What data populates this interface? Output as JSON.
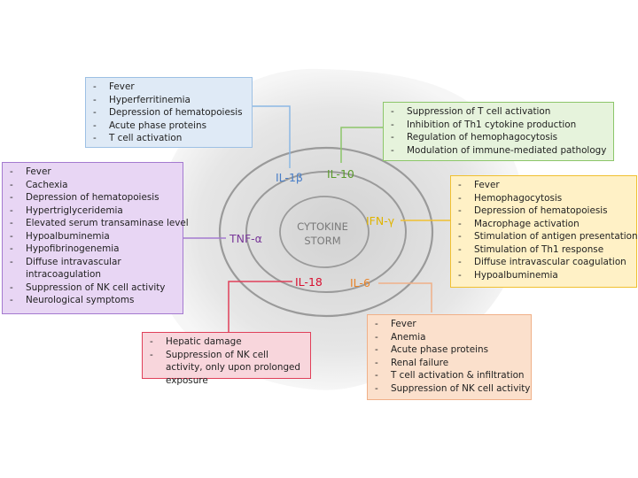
{
  "center": {
    "line1": "CYTOKINE",
    "line2": "STORM"
  },
  "cytokines": {
    "il1b": {
      "label": "IL-1β",
      "color": "#4a7fc8"
    },
    "il10": {
      "label": "IL-10",
      "color": "#5a9a2c"
    },
    "ifng": {
      "label": "IFN-γ",
      "color": "#e0b400"
    },
    "tnfa": {
      "label": "TNF-α",
      "color": "#7a3a9a"
    },
    "il18": {
      "label": "IL-18",
      "color": "#d81030"
    },
    "il6": {
      "label": "IL-6",
      "color": "#e8842a"
    }
  },
  "boxes": {
    "il1b": {
      "fill": "#dfeaf6",
      "border": "#9dc0e4",
      "items": [
        "Fever",
        "Hyperferritinemia",
        "Depression of hematopoiesis",
        "Acute phase proteins",
        "T cell activation"
      ]
    },
    "il10": {
      "fill": "#e6f3dc",
      "border": "#8cc66a",
      "items": [
        "Suppression of T cell activation",
        "Inhibition of Th1 cytokine production",
        "Regulation of hemophagocytosis",
        "Modulation of immune-mediated pathology"
      ]
    },
    "ifng": {
      "fill": "#fff1c6",
      "border": "#f0c030",
      "items": [
        "Fever",
        "Hemophagocytosis",
        "Depression of hematopoiesis",
        "Macrophage activation",
        "Stimulation of antigen presentation",
        "Stimulation of Th1 response",
        "Diffuse intravascular coagulation",
        "Hypoalbuminemia"
      ]
    },
    "tnfa": {
      "fill": "#e8d6f4",
      "border": "#a47ad0",
      "items": [
        "Fever",
        "Cachexia",
        "Depression of hematopoiesis",
        "Hypertriglyceridemia",
        "Elevated serum transaminase level",
        "Hypoalbuminemia",
        "Hypofibrinogenemia",
        "Diffuse intravascular intracoagulation",
        "Suppression of NK cell activity",
        "Neurological symptoms"
      ]
    },
    "il18": {
      "fill": "#f8d6dc",
      "border": "#e0405a",
      "items": [
        "Hepatic damage",
        "Suppression of NK cell activity, only upon prolonged exposure"
      ]
    },
    "il6": {
      "fill": "#fbe0cc",
      "border": "#f0b088",
      "items": [
        "Fever",
        "Anemia",
        "Acute phase proteins",
        "Renal failure",
        "T cell activation & infiltration",
        "Suppression of NK cell activity"
      ]
    }
  }
}
